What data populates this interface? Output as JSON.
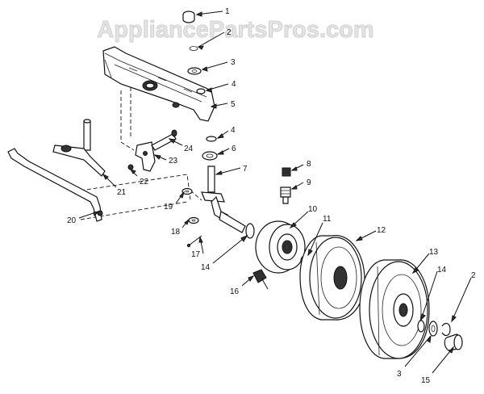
{
  "watermark": "AppliancePartsPros.com",
  "callouts": [
    {
      "id": "c1",
      "label": "1"
    },
    {
      "id": "c2-top",
      "label": "2"
    },
    {
      "id": "c3-top",
      "label": "3"
    },
    {
      "id": "c4-top",
      "label": "4"
    },
    {
      "id": "c5",
      "label": "5"
    },
    {
      "id": "c4-mid",
      "label": "4"
    },
    {
      "id": "c6",
      "label": "6"
    },
    {
      "id": "c7",
      "label": "7"
    },
    {
      "id": "c8",
      "label": "8"
    },
    {
      "id": "c9",
      "label": "9"
    },
    {
      "id": "c10",
      "label": "10"
    },
    {
      "id": "c11",
      "label": "11"
    },
    {
      "id": "c12",
      "label": "12"
    },
    {
      "id": "c13",
      "label": "13"
    },
    {
      "id": "c14-right",
      "label": "14"
    },
    {
      "id": "c2-right",
      "label": "2"
    },
    {
      "id": "c3-bottom",
      "label": "3"
    },
    {
      "id": "c15",
      "label": "15"
    },
    {
      "id": "c14-left",
      "label": "14"
    },
    {
      "id": "c16",
      "label": "16"
    },
    {
      "id": "c17",
      "label": "17"
    },
    {
      "id": "c18",
      "label": "18"
    },
    {
      "id": "c19",
      "label": "19"
    },
    {
      "id": "c20",
      "label": "20"
    },
    {
      "id": "c21",
      "label": "21"
    },
    {
      "id": "c22",
      "label": "22"
    },
    {
      "id": "c23",
      "label": "23"
    },
    {
      "id": "c24",
      "label": "24"
    }
  ]
}
